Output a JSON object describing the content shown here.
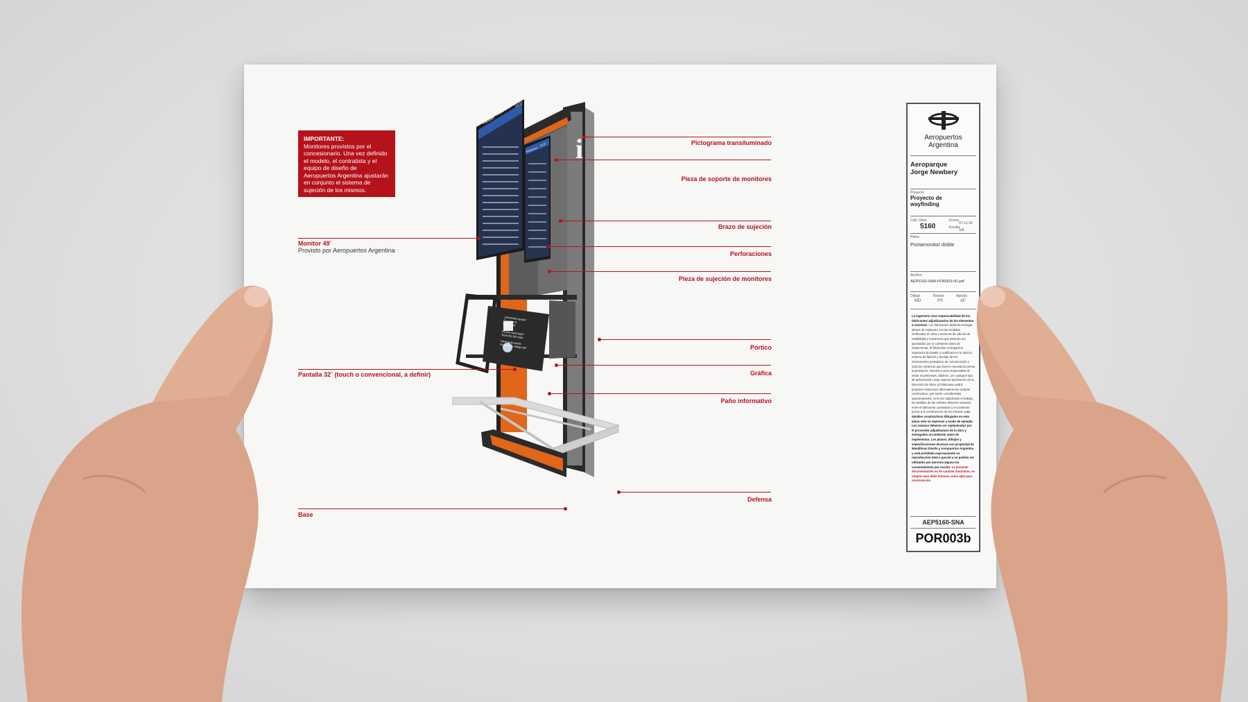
{
  "notice": {
    "title": "IMPORTANTE:",
    "body": "Monitores provistos por el concesionario. Una vez definido el modelo, el contratista y el equipo de diseño de Aeropuertos Argentina ajustarán en conjunto el sistema de sujeción de los mismos."
  },
  "callouts_right": [
    "Pictograma transiluminado",
    "Pieza de soporte de monitores",
    "Brazo de sujeción",
    "Perforaciones",
    "Pieza de sujeción de monitores",
    "Pórtico",
    "Gráfica",
    "Paño informativo",
    "Defensa"
  ],
  "callouts_left": {
    "monitor_title": "Monitor 49¨",
    "monitor_sub": "Provisto por Aeropuertos Argentina",
    "pantalla": "Pantalla 32¨ (touch o convencional, a definir)",
    "base": "Base"
  },
  "screens": {
    "board_tab_left": "Partidas",
    "board_tab_right": "Departures",
    "board_time": "13:37",
    "board2_tab": "Departure",
    "board2_time": "13:37",
    "kiosk_line1": "¿Necesitás ayuda?",
    "kiosk_line2": "Escaneá el",
    "kiosk_line3": "código QR",
    "kiosk_line4": "Do you need help?",
    "kiosk_line5": "Scan the QR code",
    "kiosk_line6": "Hacé el de ayuda",
    "kiosk_line7": "Escaneá el código QR",
    "info_letter": "i"
  },
  "title_block": {
    "brand_line1": "Aeropuertos",
    "brand_line2": "Argentina",
    "site_line1": "Aeroparque",
    "site_line2": "Jorge Newbery",
    "project_label": "Proyecto",
    "project_line1": "Proyecto de",
    "project_line2": "wayfinding",
    "obra_label": "Cód. Obra",
    "obra_value": "5160",
    "fecha_label": "Fecha",
    "fecha_value": "07-11-24",
    "escala_label": "Escala",
    "escala_value": "S/E",
    "plano_label": "Plano",
    "plano_value": "Portamonitor doble",
    "archivo_label": "Archivo",
    "archivo_value": "AEP5160-SNA-POR003-00.pdf",
    "dibujo_label": "Dibujó",
    "dibujo_value": "MD",
    "reviso_label": "Revisó",
    "reviso_value": "PS",
    "aprobo_label": "Aprobó",
    "aprobo_value": "AF",
    "notes_bold": "La ingeniería será responsabilidad de los fabricantes adjudicatarios de los elementos a construir.",
    "notes_body": "Los fabricantes deberán entregar planos de replanteo con las medidas verificadas en obra y memoria de cálculo de estabilidad y resistencia que deberán ser aprobados por el comitente antes de implementar. El fabricante entregará la ingeniería de detalle y certificará en la obra la manera de fijación y anclaje de los instrumentos portadores de comunicación y hará los refuerzos que fueren necesarios previa autorización. Asimismo será responsable de evitar movimientos, aládeos, y/o cualquier tipo de deformación, bajo expresa aprobación de la Dirección de Obra. El fabricante podrá proponer soluciones alternativas de carácter constructivo, que serán consideradas oportunamente. Una vez adjudicado el trabajo, los detalles de las señales deberán revisarse entre el fabricante contratado y el comitente previo a la construcción de las mismas.",
    "notes_bold2": "Los detalles constructivos dibujados en este plano sólo se expresan a modo de ejemplo. Los mismos deberán ser replanteados por el proveedor adjudicatario de la obra y entregados al comitente antes de implementar. Los planos, dibujos y especificaciones técnicas son propiedad de Mandiônaz Diseño y Aeropuertos Argentina y está prohibida expresamente su reproducción total o parcial y no podrán ser utilizados por persona alguna sin consentimiento por escrito.",
    "notes_red": "La presente documentación es de carácter ilustrativo, en ningún caso debe tomarse como apta para construcción.",
    "code_small": "AEP5160-SNA",
    "code_big": "POR003b"
  },
  "colors": {
    "accent_red": "#b5121b",
    "frame_orange": "#e0661a",
    "frame_dark": "#2b2b2b",
    "panel_grey": "#8a8a8a",
    "paper": "#f7f7f6",
    "background": "#dedede"
  }
}
